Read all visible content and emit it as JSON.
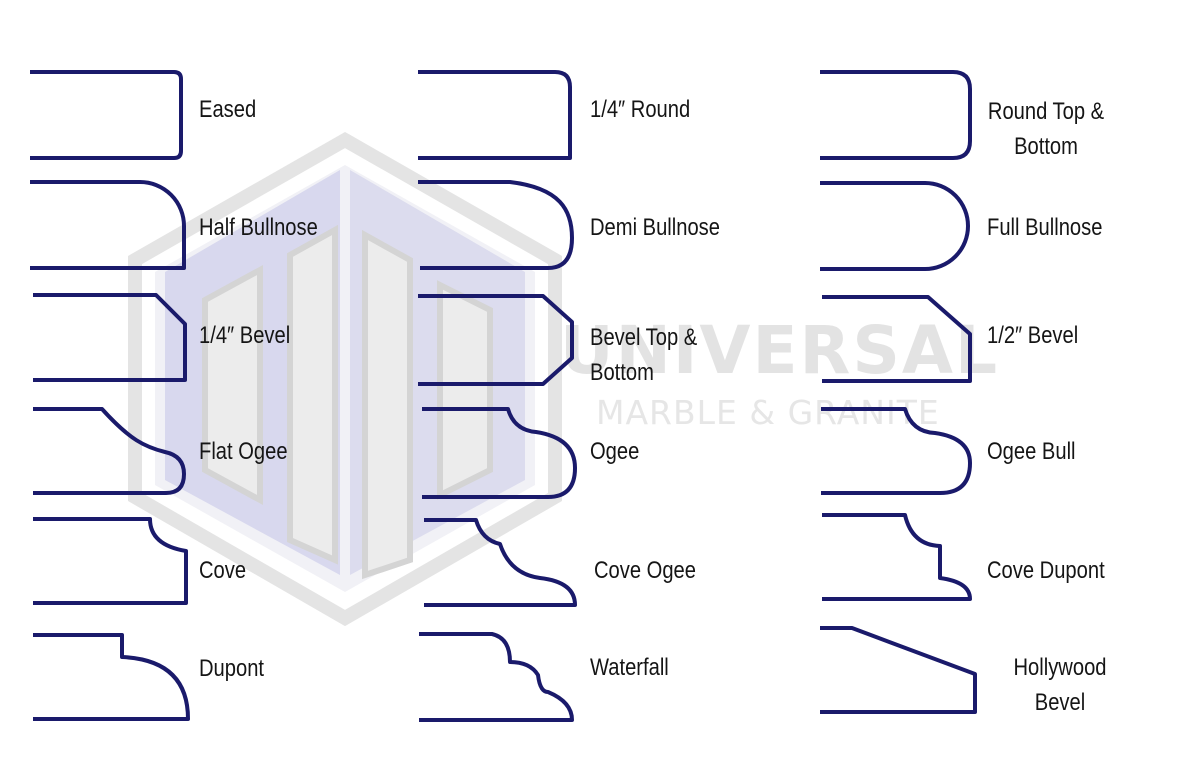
{
  "logo": {
    "name": "UNIVERSAL",
    "subtitle": "MARBLE & GRANITE",
    "color": "#e3e3e3",
    "accent": "#d8d8f0"
  },
  "stroke_color": "#1a1a6b",
  "profiles": {
    "eased": "Eased",
    "quarter_round": "1/4″ Round",
    "round_top_bottom": [
      "Round Top &",
      "Bottom"
    ],
    "half_bullnose": "Half Bullnose",
    "demi_bullnose": "Demi Bullnose",
    "full_bullnose": "Full Bullnose",
    "quarter_bevel": "1/4″ Bevel",
    "bevel_top_bottom": [
      "Bevel Top &",
      "Bottom"
    ],
    "half_bevel": "1/2″ Bevel",
    "flat_ogee": "Flat Ogee",
    "ogee": "Ogee",
    "ogee_bull": "Ogee Bull",
    "cove": "Cove",
    "cove_ogee": "Cove Ogee",
    "cove_dupont": "Cove Dupont",
    "dupont": "Dupont",
    "waterfall": "Waterfall",
    "hollywood_bevel": [
      "Hollywood",
      "Bevel"
    ]
  }
}
